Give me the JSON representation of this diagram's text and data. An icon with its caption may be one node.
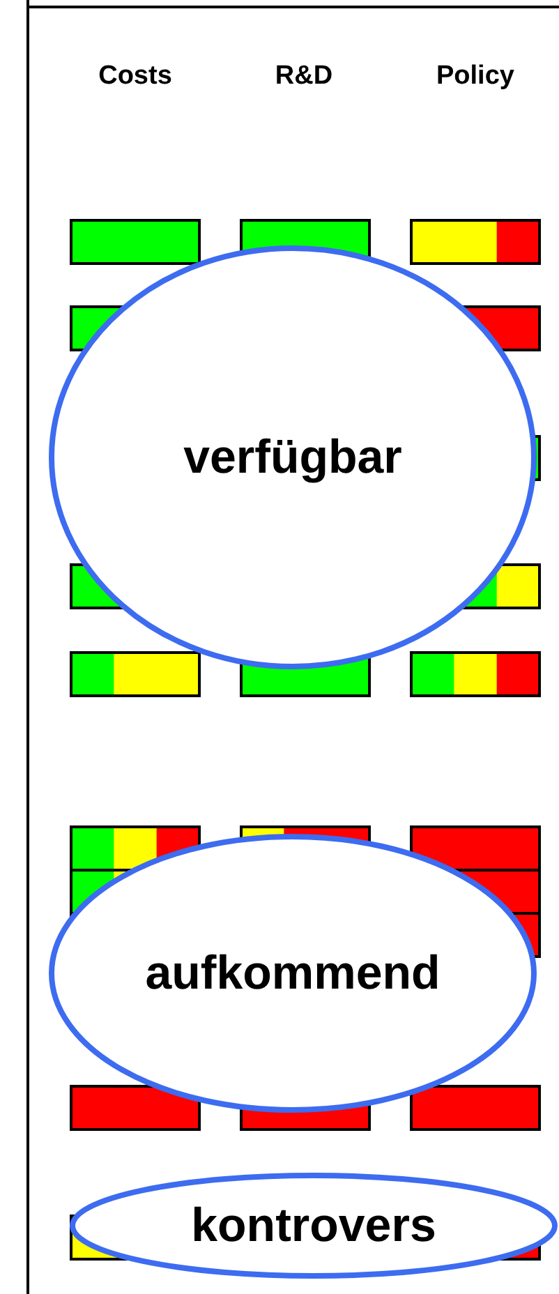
{
  "diagram": {
    "nodes": [
      {
        "text": [
          "verfügbar"
        ]
      },
      {
        "text": [
          "aufkommend"
        ]
      },
      {
        "text": [
          "kontrovers"
        ]
      }
    ],
    "labels": [
      "Costs",
      "R&D",
      "Policy"
    ]
  }
}
